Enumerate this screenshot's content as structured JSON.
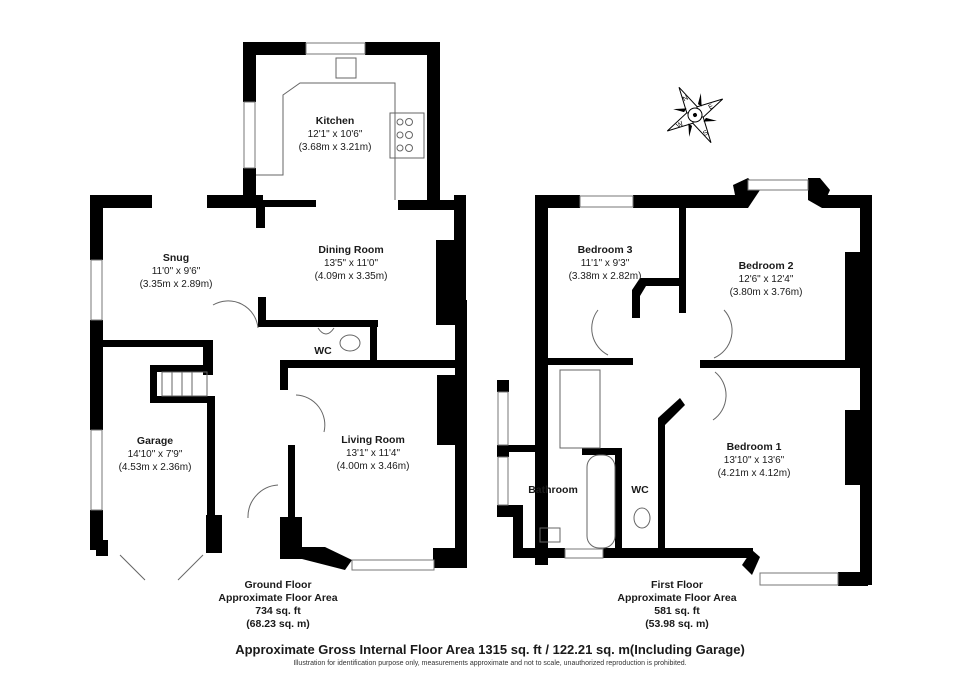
{
  "ground_floor": {
    "rooms": [
      {
        "name": "Kitchen",
        "imperial": "12'1\" x 10'6\"",
        "metric": "(3.68m x 3.21m)"
      },
      {
        "name": "Dining Room",
        "imperial": "13'5\" x 11'0\"",
        "metric": "(4.09m x 3.35m)"
      },
      {
        "name": "Snug",
        "imperial": "11'0\" x 9'6\"",
        "metric": "(3.35m x 2.89m)"
      },
      {
        "name": "WC",
        "imperial": "",
        "metric": ""
      },
      {
        "name": "Garage",
        "imperial": "14'10\" x 7'9\"",
        "metric": "(4.53m x 2.36m)"
      },
      {
        "name": "Living Room",
        "imperial": "13'1\" x 11'4\"",
        "metric": "(4.00m x 3.46m)"
      }
    ],
    "caption": {
      "title": "Ground Floor",
      "subtitle": "Approximate Floor Area",
      "sqft": "734 sq. ft",
      "sqm": "(68.23 sq. m)"
    }
  },
  "first_floor": {
    "rooms": [
      {
        "name": "Bedroom 3",
        "imperial": "11'1\" x 9'3\"",
        "metric": "(3.38m x 2.82m)"
      },
      {
        "name": "Bedroom 2",
        "imperial": "12'6\" x 12'4\"",
        "metric": "(3.80m x 3.76m)"
      },
      {
        "name": "Bedroom 1",
        "imperial": "13'10\" x 13'6\"",
        "metric": "(4.21m x 4.12m)"
      },
      {
        "name": "Bathroom",
        "imperial": "",
        "metric": ""
      },
      {
        "name": "WC",
        "imperial": "",
        "metric": ""
      }
    ],
    "caption": {
      "title": "First Floor",
      "subtitle": "Approximate Floor Area",
      "sqft": "581 sq. ft",
      "sqm": "(53.98 sq. m)"
    }
  },
  "compass": {
    "labels": [
      "N",
      "E",
      "S",
      "W"
    ]
  },
  "footer": {
    "gross_area": "Approximate Gross Internal Floor Area 1315 sq. ft / 122.21 sq. m(Including Garage)",
    "disclaimer": "Illustration for identification purpose only, measurements approximate and not to scale, unauthorized reproduction is prohibited."
  },
  "colors": {
    "wall": "#000000",
    "line": "#555555",
    "background": "#ffffff"
  }
}
